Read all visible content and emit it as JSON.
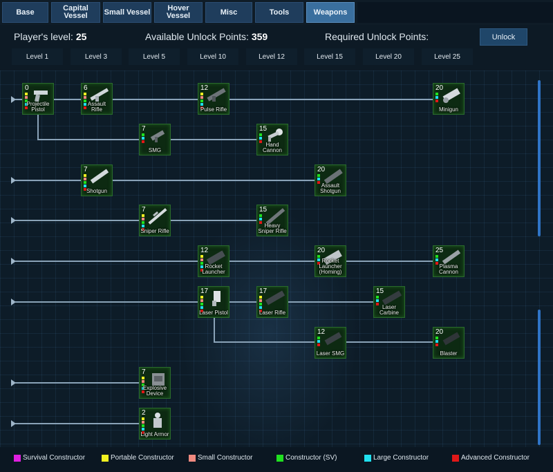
{
  "tabs": [
    {
      "label": "Base",
      "active": false
    },
    {
      "label": "Capital Vessel",
      "active": false
    },
    {
      "label": "Small Vessel",
      "active": false
    },
    {
      "label": "Hover Vessel",
      "active": false
    },
    {
      "label": "Misc",
      "active": false
    },
    {
      "label": "Tools",
      "active": false
    },
    {
      "label": "Weapons",
      "active": true
    }
  ],
  "header": {
    "player_level_label": "Player's level:",
    "player_level": "25",
    "available_label": "Available Unlock Points:",
    "available_points": "359",
    "required_label": "Required Unlock Points:",
    "unlock_button": "Unlock"
  },
  "levels": [
    "Level 1",
    "Level 3",
    "Level 5",
    "Level 10",
    "Level 12",
    "Level 15",
    "Level 20",
    "Level 25"
  ],
  "colors": {
    "survival": "#e020e0",
    "portable": "#f0f020",
    "small": "#f08a80",
    "constructor_sv": "#20e020",
    "large": "#20e0f0",
    "advanced": "#e01818",
    "accent": "#2f74c6",
    "node_bg": "#0d2a12"
  },
  "nodes": [
    {
      "id": "projectile-pistol",
      "cost": "0",
      "label": "Projectile Pistol",
      "bars": [
        "portable",
        "small",
        "constructor_sv",
        "large",
        "advanced"
      ],
      "icon": "pistol-icon"
    },
    {
      "id": "assault-rifle",
      "cost": "6",
      "label": "Assault Rifle",
      "bars": [
        "portable",
        "small",
        "constructor_sv",
        "large",
        "advanced"
      ],
      "icon": "rifle-icon"
    },
    {
      "id": "pulse-rifle",
      "cost": "12",
      "label": "Pulse Rifle",
      "bars": [
        "portable",
        "small",
        "constructor_sv",
        "large",
        "advanced"
      ],
      "icon": "rifle-icon"
    },
    {
      "id": "minigun",
      "cost": "20",
      "label": "Minigun",
      "bars": [
        "constructor_sv",
        "large",
        "advanced"
      ],
      "icon": "minigun-icon"
    },
    {
      "id": "smg",
      "cost": "7",
      "label": "SMG",
      "bars": [
        "constructor_sv",
        "large",
        "advanced"
      ],
      "icon": "smg-icon"
    },
    {
      "id": "hand-cannon",
      "cost": "15",
      "label": "Hand Cannon",
      "bars": [
        "constructor_sv",
        "large",
        "advanced"
      ],
      "icon": "cannon-icon"
    },
    {
      "id": "shotgun",
      "cost": "7",
      "label": "Shotgun",
      "bars": [
        "portable",
        "small",
        "constructor_sv",
        "large",
        "advanced"
      ],
      "icon": "shotgun-icon"
    },
    {
      "id": "assault-shotgun",
      "cost": "20",
      "label": "Assault Shotgun",
      "bars": [
        "constructor_sv",
        "large",
        "advanced"
      ],
      "icon": "shotgun-icon"
    },
    {
      "id": "sniper-rifle",
      "cost": "7",
      "label": "Sniper Rifle",
      "bars": [
        "portable",
        "small",
        "constructor_sv",
        "large",
        "advanced"
      ],
      "icon": "sniper-icon"
    },
    {
      "id": "heavy-sniper-rifle",
      "cost": "15",
      "label": "Heavy Sniper Rifle",
      "bars": [
        "constructor_sv",
        "large",
        "advanced"
      ],
      "icon": "sniper-icon"
    },
    {
      "id": "rocket-launcher",
      "cost": "12",
      "label": "Rocket Launcher",
      "bars": [
        "portable",
        "small",
        "constructor_sv",
        "large",
        "advanced"
      ],
      "icon": "launcher-icon"
    },
    {
      "id": "rocket-launcher-homing",
      "cost": "20",
      "label": "Rocket Launcher (Homing)",
      "bars": [
        "constructor_sv",
        "large",
        "advanced"
      ],
      "icon": "launcher-icon"
    },
    {
      "id": "plasma-cannon",
      "cost": "25",
      "label": "Plasma Cannon",
      "bars": [
        "constructor_sv",
        "large",
        "advanced"
      ],
      "icon": "plasma-icon"
    },
    {
      "id": "laser-pistol",
      "cost": "17",
      "label": "Laser Pistol",
      "bars": [
        "portable",
        "small",
        "constructor_sv",
        "large",
        "advanced"
      ],
      "icon": "laser-pistol-icon"
    },
    {
      "id": "laser-rifle",
      "cost": "17",
      "label": "Laser Rifle",
      "bars": [
        "portable",
        "small",
        "constructor_sv",
        "large",
        "advanced"
      ],
      "icon": "laser-rifle-icon"
    },
    {
      "id": "laser-carbine",
      "cost": "15",
      "label": "Laser Carbine",
      "bars": [
        "constructor_sv",
        "large",
        "advanced"
      ],
      "icon": "laser-rifle-icon"
    },
    {
      "id": "laser-smg",
      "cost": "12",
      "label": "Laser SMG",
      "bars": [
        "constructor_sv",
        "large",
        "advanced"
      ],
      "icon": "smg-icon"
    },
    {
      "id": "blaster",
      "cost": "20",
      "label": "Blaster",
      "bars": [
        "constructor_sv",
        "large",
        "advanced"
      ],
      "icon": "blaster-icon"
    },
    {
      "id": "explosive-device",
      "cost": "7",
      "label": "Explosive Device",
      "bars": [
        "portable",
        "small",
        "constructor_sv",
        "large",
        "advanced"
      ],
      "icon": "explosive-icon"
    },
    {
      "id": "light-armor",
      "cost": "2",
      "label": "Light Armor",
      "bars": [
        "portable",
        "small",
        "constructor_sv",
        "large",
        "advanced"
      ],
      "icon": "armor-icon"
    }
  ],
  "legend": [
    {
      "label": "Survival Constructor",
      "color": "#e020e0"
    },
    {
      "label": "Portable Constructor",
      "color": "#f0f020"
    },
    {
      "label": "Small Constructor",
      "color": "#f08a80"
    },
    {
      "label": "Constructor (SV)",
      "color": "#20e020"
    },
    {
      "label": "Large Constructor",
      "color": "#20e0f0"
    },
    {
      "label": "Advanced Constructor",
      "color": "#e01818"
    }
  ]
}
